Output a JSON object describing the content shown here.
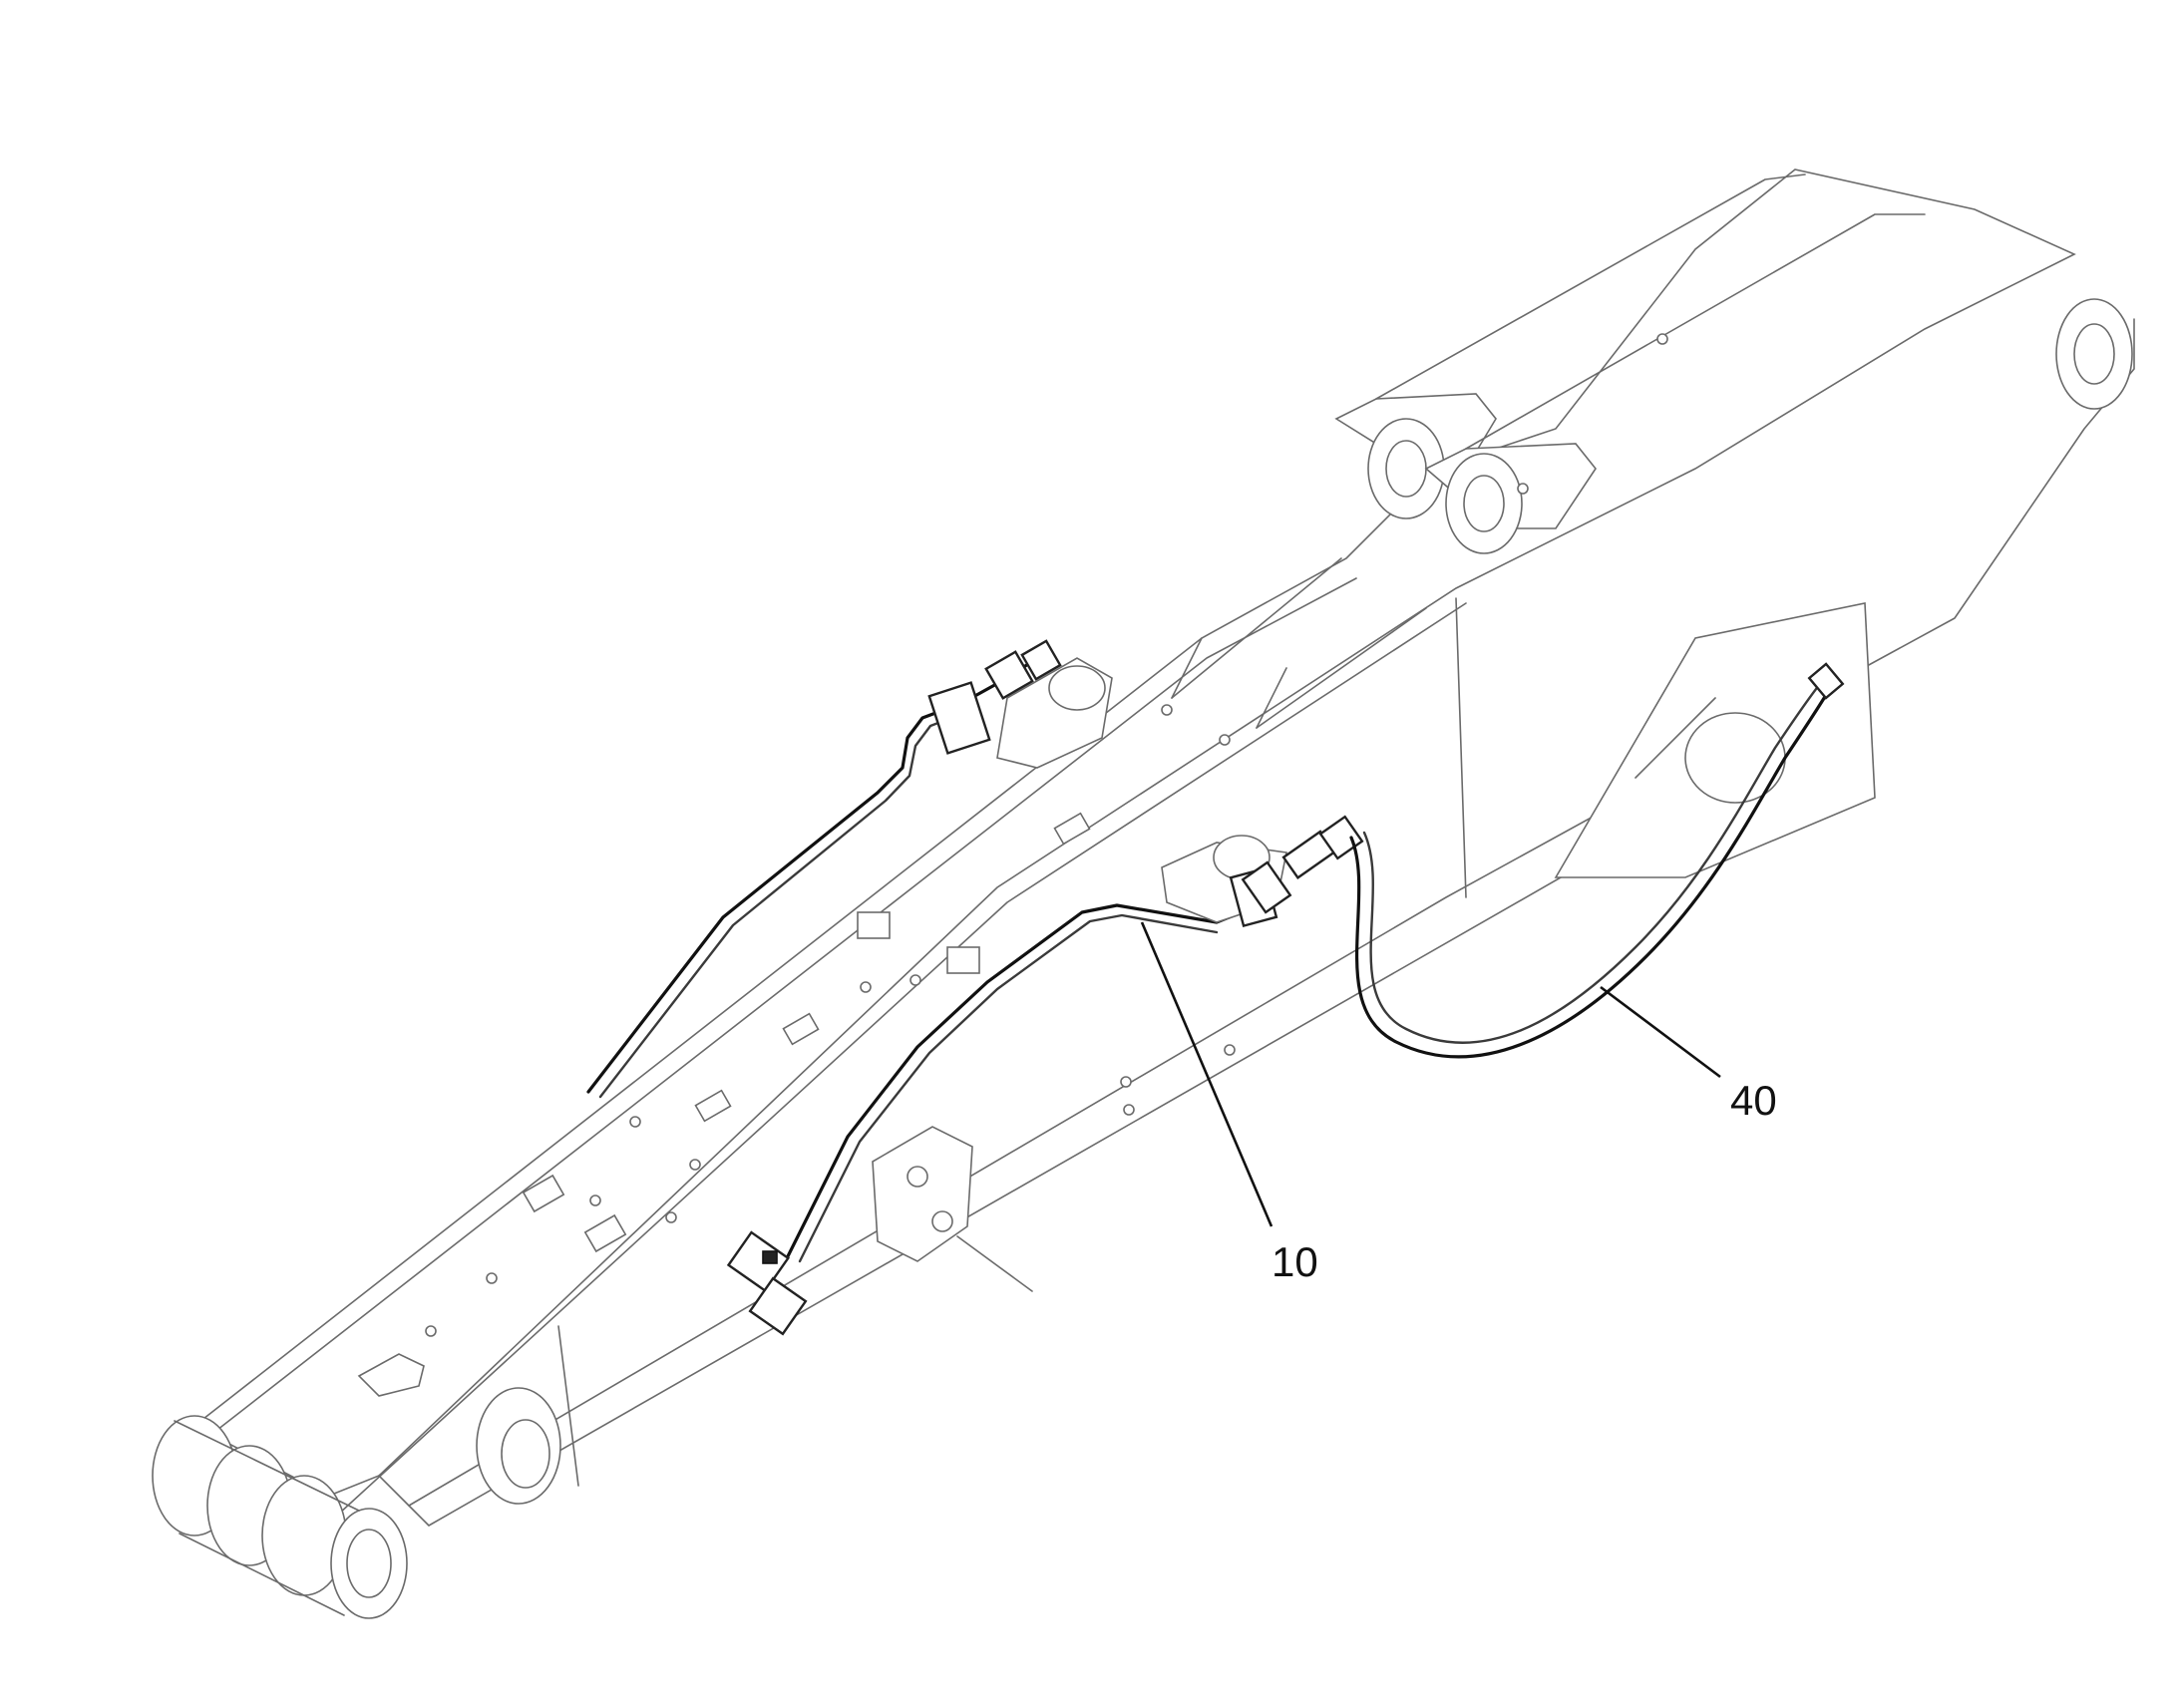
{
  "diagram": {
    "callouts": [
      {
        "id": "10",
        "label": "10"
      },
      {
        "id": "40",
        "label": "40"
      }
    ],
    "colors": {
      "line": "#111111",
      "outline": "#6a6a6a",
      "background": "#ffffff"
    }
  }
}
